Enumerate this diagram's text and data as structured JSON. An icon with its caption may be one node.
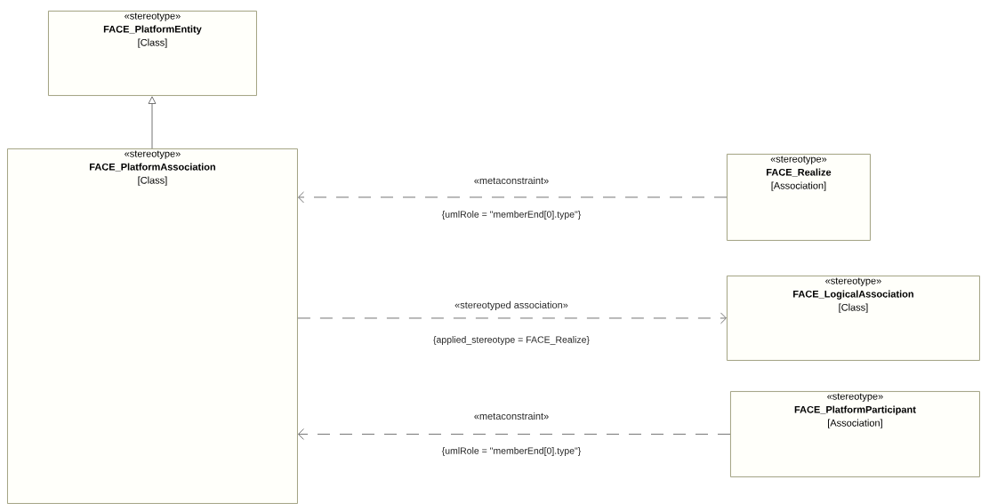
{
  "diagram": {
    "nodes": [
      {
        "text": [
          "«stereotype»",
          "FACE_PlatformEntity",
          "[Class]"
        ]
      },
      {
        "text": [
          "«stereotype»",
          "FACE_PlatformAssociation",
          "[Class]"
        ]
      },
      {
        "text": [
          "«stereotype»",
          "FACE_Realize",
          "[Association]"
        ]
      },
      {
        "text": [
          "«stereotype»",
          "FACE_LogicalAssociation",
          "[Class]"
        ]
      },
      {
        "text": [
          "«stereotype»",
          "FACE_PlatformParticipant",
          "[Association]"
        ]
      }
    ],
    "edges": [
      {
        "from": 1,
        "to": 0,
        "arrow": "to"
      },
      {
        "from": 2,
        "to": 1,
        "arrow": "to",
        "style": "dashed",
        "label": "«metaconstraint»"
      },
      {
        "from": 1,
        "to": 3,
        "arrow": "to",
        "style": "dashed",
        "label": "«stereotyped association»"
      },
      {
        "from": 4,
        "to": 1,
        "arrow": "to",
        "style": "dashed",
        "label": "«metaconstraint»"
      }
    ],
    "labels": [
      "{umlRole = \"memberEnd[0].type\"}",
      "{applied_stereotype = FACE_Realize}",
      "{umlRole = \"memberEnd[0].type\"}"
    ]
  }
}
